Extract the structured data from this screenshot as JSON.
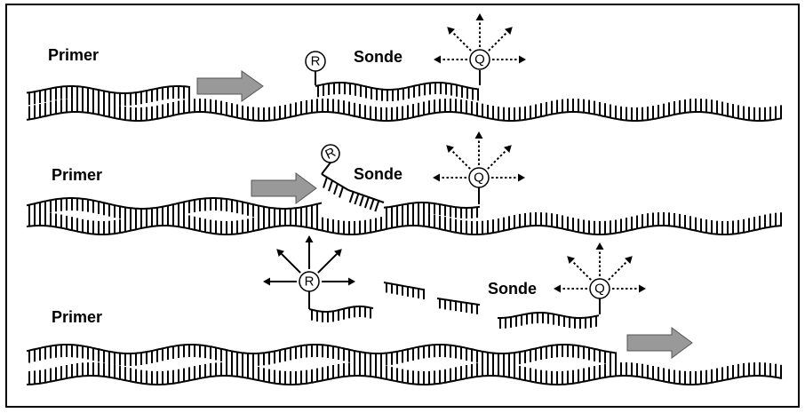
{
  "panels": [
    {
      "primer_label": "Primer",
      "probe_label": "Sonde",
      "reporter_symbol": "R",
      "quencher_symbol": "Q"
    },
    {
      "primer_label": "Primer",
      "probe_label": "Sonde",
      "reporter_symbol": "R",
      "quencher_symbol": "Q"
    },
    {
      "primer_label": "Primer",
      "probe_label": "Sonde",
      "reporter_symbol": "R",
      "quencher_symbol": "Q"
    }
  ],
  "colors": {
    "stroke": "#000000",
    "arrow_fill": "#999999",
    "background": "#ffffff",
    "border": "#000000"
  }
}
